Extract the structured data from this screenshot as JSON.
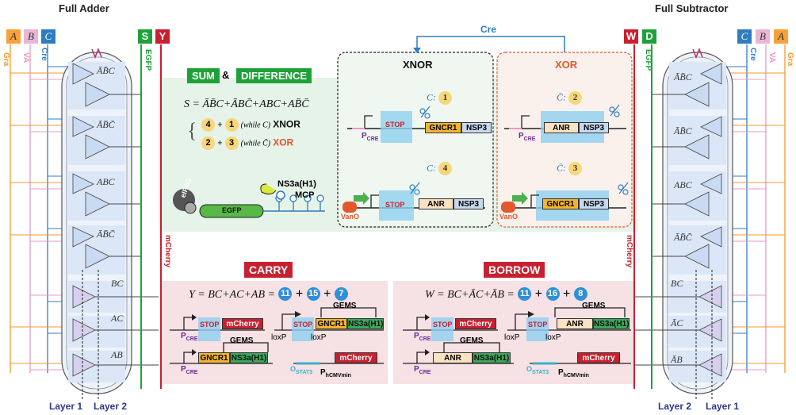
{
  "headers": {
    "left": "Full Adder",
    "right": "Full Subtractor"
  },
  "inputs_left": [
    "A",
    "B",
    "C"
  ],
  "inputs_right": [
    "C",
    "B",
    "A"
  ],
  "tags": {
    "s": "S",
    "y": "Y",
    "w": "W",
    "d": "D"
  },
  "strip_labels": {
    "gra": "Gra",
    "va": "VA",
    "cre": "Cre",
    "egfp": "EGFP",
    "mcherry": "mCherry"
  },
  "left_terms": [
    "ĀB̄C",
    "ĀB̄C̄",
    "ABC",
    "ĀB̄C̄",
    "BC",
    "AC",
    "AB"
  ],
  "right_terms": [
    "ĀB̄C",
    "ĀB̄C",
    "ABC",
    "ĀB̄C̄",
    "BC",
    "ĀC",
    "ĀB"
  ],
  "layers": {
    "l1": "Layer 1",
    "l2": "Layer 2"
  },
  "sumdiff": {
    "sum": "SUM",
    "amp": "&",
    "diff": "DIFFERENCE"
  },
  "sum_formula": "S = ĀB̄C+ĀBC̄+ABC+AB̄C̄",
  "xnor_line": {
    "a": "4",
    "plus": "+",
    "b": "1",
    "note": "(while C)",
    "label": "XNOR"
  },
  "xor_line": {
    "a": "2",
    "plus": "+",
    "b": "3",
    "note": "(while C̄)",
    "label": "XOR"
  },
  "cre_top": "Cre",
  "xnor_title": "XNOR",
  "xor_title": "XOR",
  "panels": {
    "c1": {
      "label": "C:",
      "num": "1"
    },
    "c2": {
      "label": "C̄:",
      "num": "2"
    },
    "c4": {
      "label": "C:",
      "num": "4"
    },
    "c3": {
      "label": "C̄:",
      "num": "3"
    }
  },
  "genes": {
    "stop": "STOP",
    "gncr1": "GNCR1",
    "nsp3": "NSP3",
    "anr": "ANR",
    "vano": "VanO",
    "pcre": "P",
    "pcre_sub": "CRE"
  },
  "protein": {
    "eif4g": "eIF4G",
    "egfp": "EGFP",
    "ns3a": "NS3a(H1)",
    "mcp": "MCP"
  },
  "carry": {
    "title": "CARRY",
    "formula": "Y = BC+AC+AB =",
    "nums": [
      "11",
      "15",
      "7"
    ],
    "gems": "GEMS",
    "mcherry": "mCherry",
    "ns3a": "NS3a(H1)",
    "loxp": "loxP",
    "ostat": "O",
    "ostat_sub": "STAT3",
    "phcmv": "P",
    "phcmv_sub": "hCMVmin"
  },
  "borrow": {
    "title": "BORROW",
    "formula": "W = BC+ĀC+ĀB =",
    "nums": [
      "11",
      "16",
      "8"
    ]
  },
  "colors": {
    "orange": "#f39a2b",
    "pink": "#e79ac7",
    "blue": "#2f7dc1",
    "green": "#1fa13a",
    "red": "#c8202f"
  }
}
